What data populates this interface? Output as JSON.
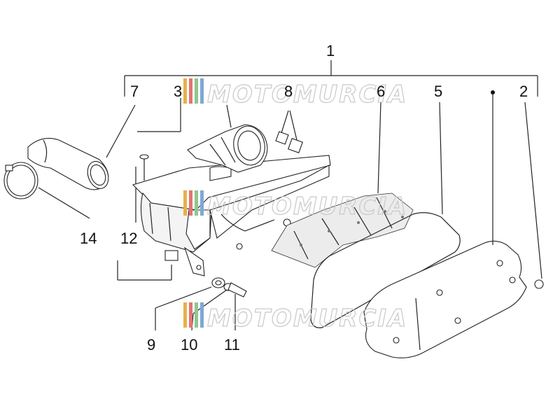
{
  "callouts": [
    {
      "id": "c1",
      "label": "1"
    },
    {
      "id": "c2",
      "label": "2"
    },
    {
      "id": "c3",
      "label": "3"
    },
    {
      "id": "c5",
      "label": "5"
    },
    {
      "id": "c6",
      "label": "6"
    },
    {
      "id": "c7",
      "label": "7"
    },
    {
      "id": "c8",
      "label": "8"
    },
    {
      "id": "c9",
      "label": "9"
    },
    {
      "id": "c10",
      "label": "10"
    },
    {
      "id": "c11",
      "label": "11"
    },
    {
      "id": "c12",
      "label": "12"
    },
    {
      "id": "c14",
      "label": "14"
    }
  ],
  "watermark": {
    "text": "MOTOMURCIA",
    "stripe_colors": [
      "#e8b04a",
      "#e57373",
      "#8fc78f",
      "#7fa7d8"
    ]
  }
}
